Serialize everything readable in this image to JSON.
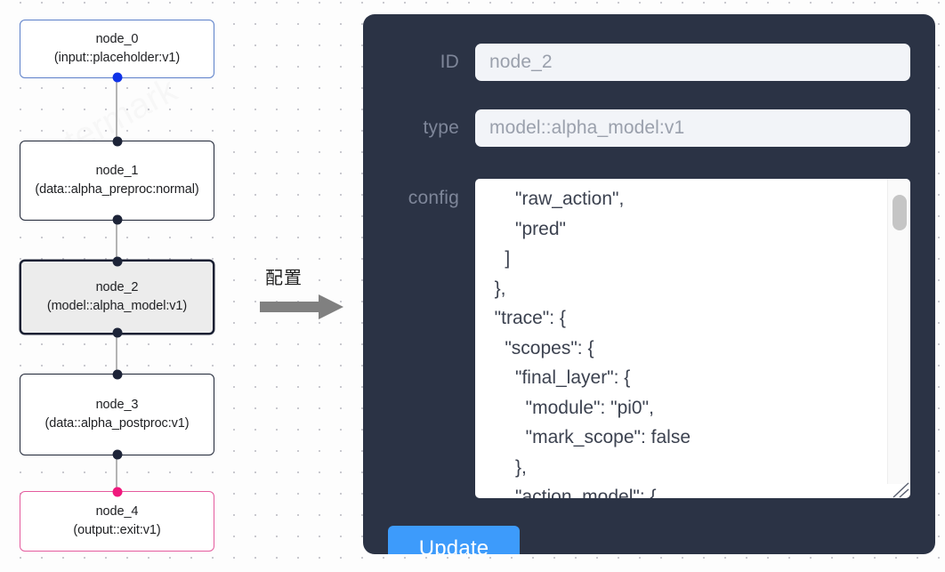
{
  "graph": {
    "nodes": [
      {
        "id": "node_0",
        "label": "node_0\n(input::placeholder:v1)",
        "kind": "input",
        "selected": false
      },
      {
        "id": "node_1",
        "label": "node_1\n(data::alpha_preproc:normal)",
        "kind": "default",
        "selected": false
      },
      {
        "id": "node_2",
        "label": "node_2\n(model::alpha_model:v1)",
        "kind": "default",
        "selected": true
      },
      {
        "id": "node_3",
        "label": "node_3\n(data::alpha_postproc:v1)",
        "kind": "default",
        "selected": false
      },
      {
        "id": "node_4",
        "label": "node_4\n(output::exit:v1)",
        "kind": "output",
        "selected": false
      }
    ],
    "handle_colors": {
      "default": "#1d2438",
      "input": "#1033e8",
      "output": "#f0197d"
    },
    "edge_color": "#b4b4b4"
  },
  "arrow": {
    "label": "配置",
    "icon": "right-arrow-icon",
    "color": "#808080"
  },
  "panel": {
    "accent_color": "#3d9bfb",
    "background_color": "#2b3345",
    "fields": {
      "id": {
        "label": "ID",
        "value": "node_2"
      },
      "type": {
        "label": "type",
        "value": "model::alpha_model:v1"
      },
      "config": {
        "label": "config",
        "value": "      \"raw_action\",\n      \"pred\"\n    ]\n  },\n  \"trace\": {\n    \"scopes\": {\n      \"final_layer\": {\n        \"module\": \"pi0\",\n        \"mark_scope\": false\n      },\n      \"action_model\": {"
      }
    },
    "update_button": {
      "label": "Update"
    }
  }
}
